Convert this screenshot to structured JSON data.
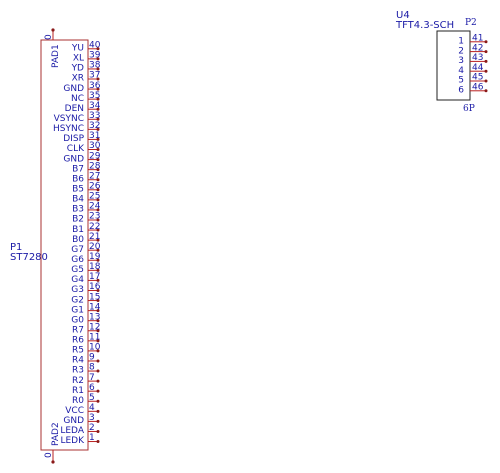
{
  "p1": {
    "ref": "P1",
    "value": "ST7280",
    "top_pad": {
      "name": "PAD1",
      "number": "0"
    },
    "bottom_pad": {
      "name": "PAD2",
      "number": "0"
    },
    "pins": [
      {
        "num": "40",
        "name": "YU"
      },
      {
        "num": "39",
        "name": "XL"
      },
      {
        "num": "38",
        "name": "YD"
      },
      {
        "num": "37",
        "name": "XR"
      },
      {
        "num": "36",
        "name": "GND"
      },
      {
        "num": "35",
        "name": "NC"
      },
      {
        "num": "34",
        "name": "DEN"
      },
      {
        "num": "33",
        "name": "VSYNC"
      },
      {
        "num": "32",
        "name": "HSYNC"
      },
      {
        "num": "31",
        "name": "DISP"
      },
      {
        "num": "30",
        "name": "CLK"
      },
      {
        "num": "29",
        "name": "GND"
      },
      {
        "num": "28",
        "name": "B7"
      },
      {
        "num": "27",
        "name": "B6"
      },
      {
        "num": "26",
        "name": "B5"
      },
      {
        "num": "25",
        "name": "B4"
      },
      {
        "num": "24",
        "name": "B3"
      },
      {
        "num": "23",
        "name": "B2"
      },
      {
        "num": "22",
        "name": "B1"
      },
      {
        "num": "21",
        "name": "B0"
      },
      {
        "num": "20",
        "name": "G7"
      },
      {
        "num": "19",
        "name": "G6"
      },
      {
        "num": "18",
        "name": "G5"
      },
      {
        "num": "17",
        "name": "G4"
      },
      {
        "num": "16",
        "name": "G3"
      },
      {
        "num": "15",
        "name": "G2"
      },
      {
        "num": "14",
        "name": "G1"
      },
      {
        "num": "13",
        "name": "G0"
      },
      {
        "num": "12",
        "name": "R7"
      },
      {
        "num": "11",
        "name": "R6"
      },
      {
        "num": "10",
        "name": "R5"
      },
      {
        "num": "9",
        "name": "R4"
      },
      {
        "num": "8",
        "name": "R3"
      },
      {
        "num": "7",
        "name": "R2"
      },
      {
        "num": "6",
        "name": "R1"
      },
      {
        "num": "5",
        "name": "R0"
      },
      {
        "num": "4",
        "name": "VCC"
      },
      {
        "num": "3",
        "name": "GND"
      },
      {
        "num": "2",
        "name": "LEDA"
      },
      {
        "num": "1",
        "name": "LEDK"
      }
    ]
  },
  "u4": {
    "ref": "U4",
    "value": "TFT4.3-SCH",
    "connector_ref": "P2",
    "connector_type": "6P",
    "pins": [
      {
        "num": "41",
        "index": "1"
      },
      {
        "num": "42",
        "index": "2"
      },
      {
        "num": "43",
        "index": "3"
      },
      {
        "num": "44",
        "index": "4"
      },
      {
        "num": "45",
        "index": "5"
      },
      {
        "num": "46",
        "index": "6"
      }
    ]
  },
  "colors": {
    "body_outline": "#a83232",
    "connector_outline": "#222222",
    "pin_line": "#b82020",
    "text": "#1a1aa6",
    "pin_end_dot": "#8a1a1a"
  }
}
